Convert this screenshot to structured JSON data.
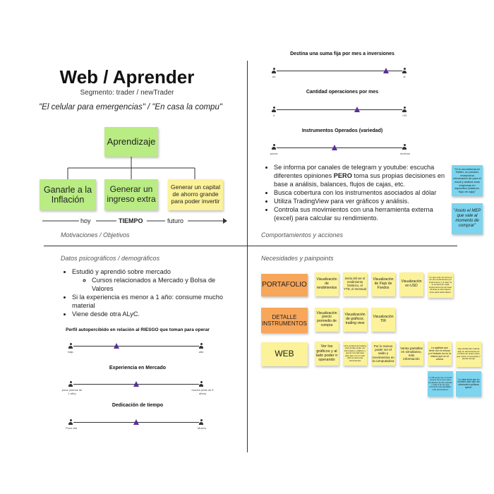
{
  "q1": {
    "title": "Web / Aprender",
    "subtitle": "Segmento: trader / newTrader",
    "quote": "\"El celular para emergencias\" / \"En casa la compu\"",
    "root": "Aprendizaje",
    "children": [
      "Ganarle a la Inflación",
      "Generar un ingreso extra",
      "Generar un capital de ahorro grande para poder invertir"
    ],
    "timeline": {
      "left": "hoy",
      "middle": "TIEMPO",
      "right": "futuro"
    },
    "section_label": "Motivaciones / Objetivos"
  },
  "q2": {
    "sliders": [
      {
        "title": "Destina una suma fija por mes a inversiones",
        "left": "no",
        "right": "si",
        "value": 0.87
      },
      {
        "title": "Cantidad operaciones por mes",
        "left": "0",
        "right": "+20",
        "value": 0.64
      },
      {
        "title": "Instrumentos Operados (variedad)",
        "left": "pocos",
        "right": "muchos",
        "value": 0.46
      }
    ],
    "bullets_html": [
      "Se informa por canales de telegram y youtube: escucha diferentes opiniones <b>PERO</b> toma sus propias decisiones en base a análisis, balances, flujos de cajas, etc.",
      "Busca cobertura con los instrumentos asociados al dólar",
      "Utiliza TradingView para ver gráficos y análisis.",
      "Controla sus movimientos con una herramienta externa (excel) para calcular su rendimiento."
    ],
    "notes": [
      "\"Si lo recomienda en Twitter, un privado, recepciona información de para el escal y analiza esas empresas en específico (balance, flujo de caja)\"",
      "\"Anoto el MEP que vale al momento de comprar\""
    ],
    "section_label": "Comportamientos y acciones"
  },
  "q3": {
    "section_label": "Datos psicográficos / demográficos",
    "bullets": [
      {
        "text": "Estudió y aprendió sobre mercado",
        "sub": [
          "Cursos relacionados a Mercado y Bolsa de Valores"
        ]
      },
      {
        "text": "Si la experiencia es menor a 1 año: consume mucho material",
        "sub": []
      },
      {
        "text": "Viene desde otra ALyC.",
        "sub": []
      }
    ],
    "sliders": [
      {
        "title": "Perfil autopercibido en relación al RIESGO que toman para operar",
        "left": "bajo",
        "right": "alto",
        "value": 0.34
      },
      {
        "title": "Experiencia en Mercado",
        "left": "poca (menos de 1 año)",
        "right": "mucha (más de 5 años)",
        "value": 0.5
      },
      {
        "title": "Dedicación de tiempo",
        "left": "Poco día",
        "right": "Mucho",
        "value": 0.5
      }
    ]
  },
  "q4": {
    "section_label": "Necesidades y painpoints",
    "rows": [
      {
        "label": "PORTAFOLIO",
        "notes": [
          "Visualización de rendimientos",
          "Sería útil ver el rendimiento histórico, el YTD, el mensual",
          "Visualización de Flujo de Fondos",
          "Visualización en USD",
          "\"Lo que más me sirve es ver los rendimientos por instrumento y el total. Si la compra de cada instrumento fue de hace 40 días la información sirve para todos lados\""
        ]
      },
      {
        "label": "DETALLE INSTRUMENTOS",
        "notes": [
          "Visualización precio promedio de compra",
          "Visualización de gráficos; trading view",
          "Visualización TIR"
        ]
      },
      {
        "label": "WEB",
        "notes": [
          "Ver los gráficos y al lado poder ir operando",
          "Una ventana de trading view donde poder ver información, gráficos y operar tal cual hace para que con un solo click se abra esa herramienta",
          "Por lo menos poder ver el saldo y movimientos en la computadora",
          "Varias pantallas en simultaneo, más información",
          "La agilidad que tiene con el mouse y el teclado ha es la misma que en el celular",
          "Hay problemas cuando algo se desconecta por el cierre de sesión tiene que volver a conectarlo y pierde tiempo"
        ]
      }
    ],
    "extra_notes": [
      "\"A 7/8 suele ser en la PC porque tiene que estar pendiente de las noticias y todo a la vez que necesita más pantallas, más información\"",
      "\"Lo ideal sería que en el mismo lado que ves información pudieras operar\""
    ]
  }
}
